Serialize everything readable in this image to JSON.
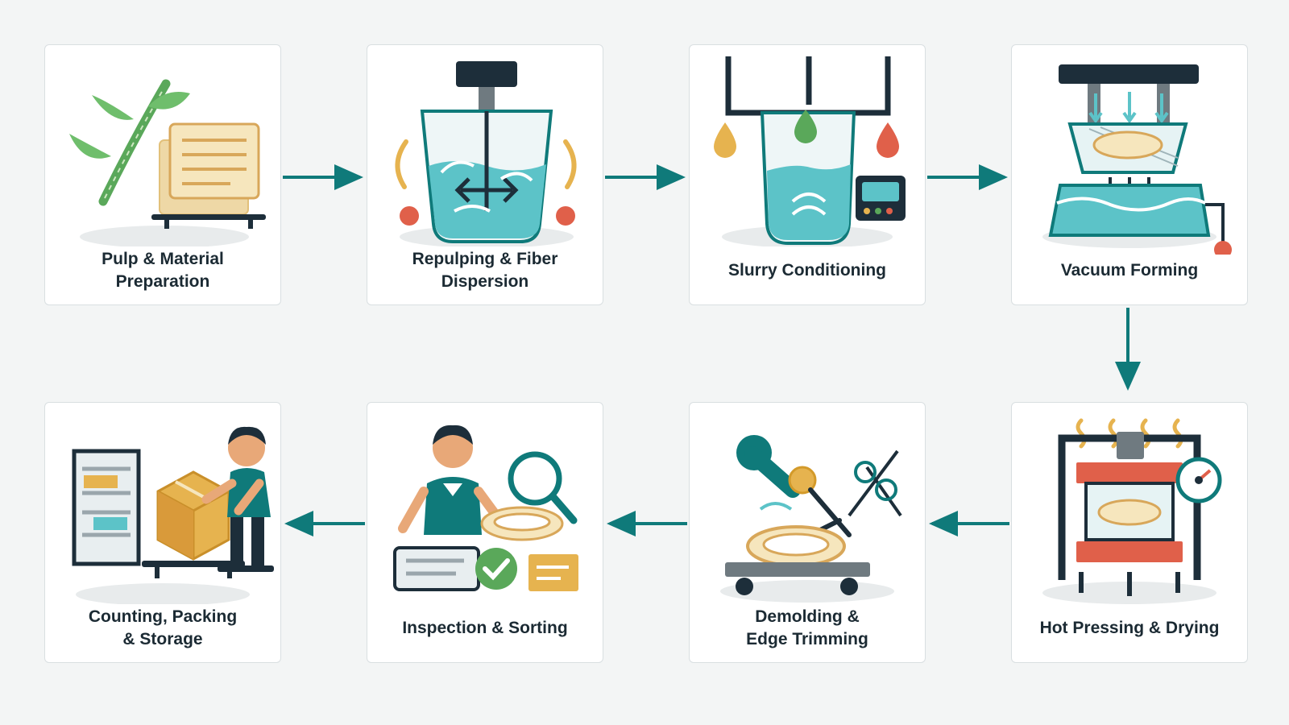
{
  "steps": [
    {
      "label": "Pulp & Material\nPreparation",
      "icon": "bamboo-and-paper-stack-icon"
    },
    {
      "label": "Repulping & Fiber\nDispersion",
      "icon": "mixing-tank-icon"
    },
    {
      "label": "Slurry Conditioning",
      "icon": "slurry-tank-with-dosing-icon"
    },
    {
      "label": "Vacuum Forming",
      "icon": "vacuum-forming-mold-icon"
    },
    {
      "label": "Hot Pressing & Drying",
      "icon": "hot-press-icon"
    },
    {
      "label": "Demolding &\nEdge Trimming",
      "icon": "robot-arm-trimming-icon"
    },
    {
      "label": "Inspection & Sorting",
      "icon": "inspector-magnifier-icon"
    },
    {
      "label": "Counting, Packing\n& Storage",
      "icon": "worker-packing-box-icon"
    }
  ],
  "colors": {
    "teal": "#0f7a7a",
    "dark": "#1d2e3a",
    "water": "#5cc3c8",
    "tan": "#e9d5a6",
    "orange": "#e6b34f",
    "red": "#e0604a",
    "green": "#5aa85a"
  }
}
